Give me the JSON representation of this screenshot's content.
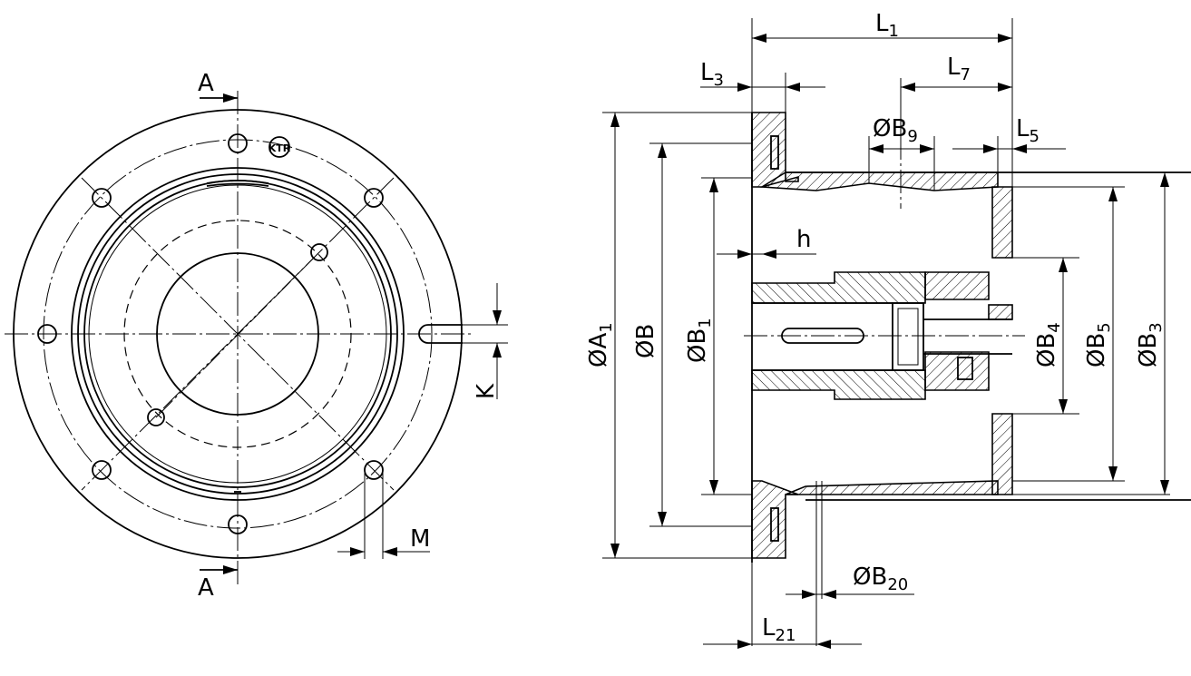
{
  "front_view": {
    "section_marker_top": "A",
    "section_marker_bottom": "A",
    "label_k": "K",
    "label_m": "M",
    "logo_text": "KTR"
  },
  "section_view": {
    "dims": {
      "A1": {
        "prefix": "ØA",
        "sub": "1"
      },
      "B": {
        "prefix": "ØB",
        "sub": ""
      },
      "B1": {
        "prefix": "ØB",
        "sub": "1"
      },
      "B3": {
        "prefix": "ØB",
        "sub": "3"
      },
      "B4": {
        "prefix": "ØB",
        "sub": "4"
      },
      "B5": {
        "prefix": "ØB",
        "sub": "5"
      },
      "B9": {
        "prefix": "ØB",
        "sub": "9"
      },
      "B20": {
        "prefix": "ØB",
        "sub": "20"
      },
      "L1": {
        "prefix": "L",
        "sub": "1"
      },
      "L3": {
        "prefix": "L",
        "sub": "3"
      },
      "L5": {
        "prefix": "L",
        "sub": "5"
      },
      "L7": {
        "prefix": "L",
        "sub": "7"
      },
      "L21": {
        "prefix": "L",
        "sub": "21"
      },
      "h": {
        "prefix": "h",
        "sub": ""
      }
    }
  }
}
